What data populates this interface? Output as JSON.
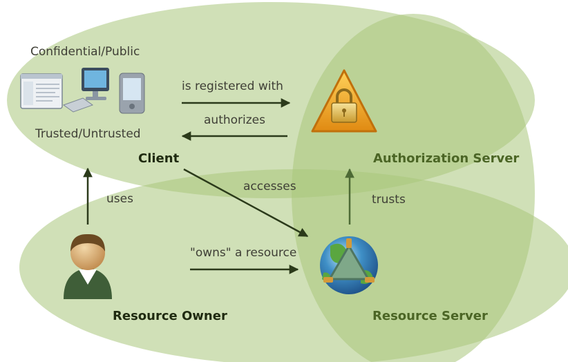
{
  "client": {
    "title": "Client",
    "type_top": "Confidential/Public",
    "type_bottom": "Trusted/Untrusted"
  },
  "authorization_server": {
    "title": "Authorization Server"
  },
  "resource_owner": {
    "title": "Resource Owner"
  },
  "resource_server": {
    "title": "Resource Server"
  },
  "relations": {
    "registered": "is registered with",
    "authorizes": "authorizes",
    "uses": "uses",
    "accesses": "accesses",
    "trusts": "trusts",
    "owns": "\"owns\" a resource"
  },
  "colors": {
    "ellipse_fill": "#aac77c",
    "client_title": "#1f2a10",
    "server_title": "#4b6525",
    "arrow": "#2b3a1a",
    "arrow_light": "#4d6a35"
  }
}
